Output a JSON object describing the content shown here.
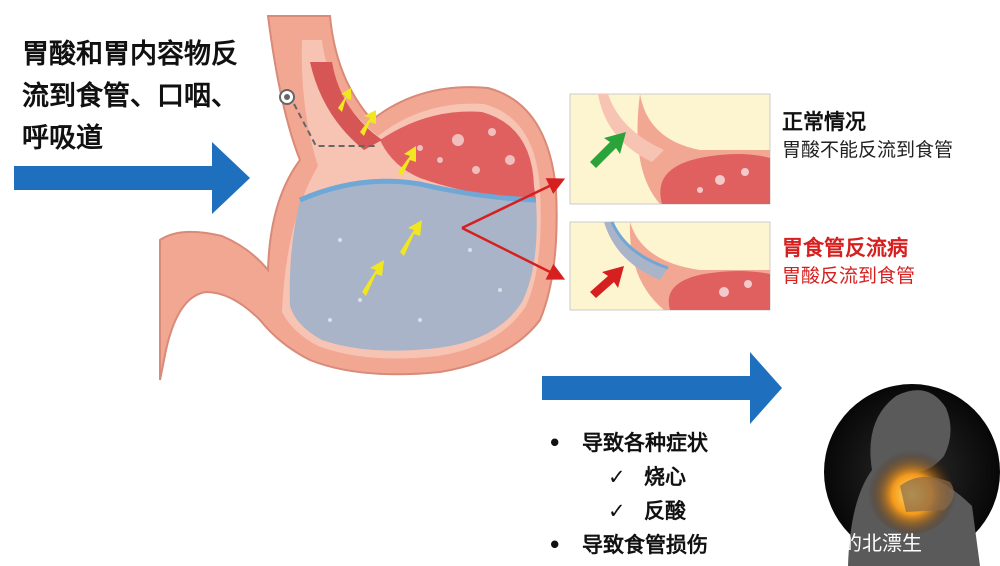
{
  "headline": {
    "line1": "胃酸和胃内容物反",
    "line2": "流到食管、口咽、",
    "line3": "呼吸道"
  },
  "normal": {
    "title": "正常情况",
    "desc": "胃酸不能反流到食管"
  },
  "gerd": {
    "title": "胃食管反流病",
    "desc": "胃酸反流到食管"
  },
  "consequences": {
    "item1": "导致各种症状",
    "sub1": "烧心",
    "sub2": "反酸",
    "item2": "导致食管损伤"
  },
  "watermark": "的北漂生",
  "colors": {
    "arrow_blue": "#1f6fbf",
    "pointer_red": "#d62020",
    "normal_green": "#2aa33a",
    "stomach_pink": "#f2a793",
    "acid_gray": "#a9b4c8",
    "reflux_yellow": "#f2e620"
  },
  "icons": {
    "check": "✓",
    "bullet": "•"
  }
}
